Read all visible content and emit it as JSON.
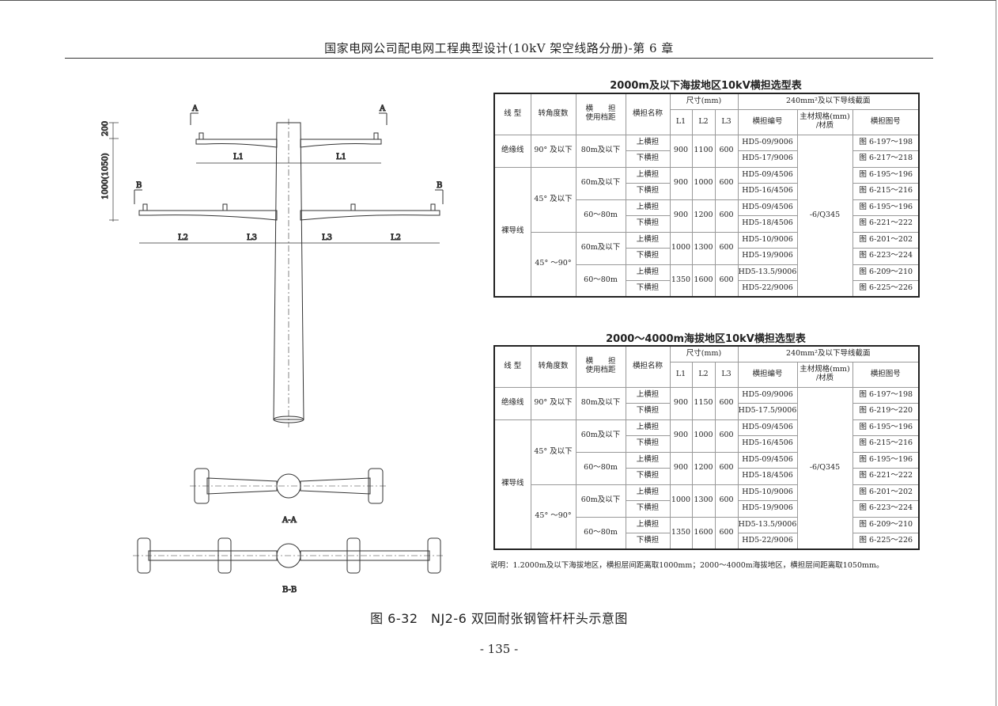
{
  "header": {
    "title": "国家电网公司配电网工程典型设计(10kV 架空线路分册)-第 6 章"
  },
  "drawing": {
    "section_a": "A",
    "section_b": "B",
    "dim_200": "200",
    "dim_1000": "1000(1050)",
    "l1": "L1",
    "l2": "L2",
    "l3": "L3",
    "view_aa": "A-A",
    "view_bb": "B-B"
  },
  "table_headers": {
    "line_type": "线 型",
    "angle": "转角度数",
    "span_top": "横　　担",
    "span_bottom": "使用档距",
    "name": "横担名称",
    "dims": "尺寸(mm)",
    "L1": "L1",
    "L2": "L2",
    "L3": "L3",
    "section": "240mm²及以下导线截面",
    "id": "横担编号",
    "material": "主材规格(mm)/材质",
    "fig": "横担图号"
  },
  "tables": [
    {
      "title": "2000m及以下海拔地区10kV横担选型表",
      "material": "-6/Q345",
      "groups": [
        {
          "type": "绝缘线",
          "angles": [
            {
              "angle": "90° 及以下",
              "spans": [
                {
                  "span": "80m及以下",
                  "L1": "900",
                  "L2": "1100",
                  "L3": "600",
                  "rows": [
                    {
                      "name": "上横担",
                      "id": "HD5-09/9006",
                      "fig": "图 6-197～198"
                    },
                    {
                      "name": "下横担",
                      "id": "HD5-17/9006",
                      "fig": "图 6-217～218"
                    }
                  ]
                }
              ]
            }
          ]
        },
        {
          "type": "裸导线",
          "angles": [
            {
              "angle": "45° 及以下",
              "spans": [
                {
                  "span": "60m及以下",
                  "L1": "900",
                  "L2": "1000",
                  "L3": "600",
                  "rows": [
                    {
                      "name": "上横担",
                      "id": "HD5-09/4506",
                      "fig": "图 6-195～196"
                    },
                    {
                      "name": "下横担",
                      "id": "HD5-16/4506",
                      "fig": "图 6-215～216"
                    }
                  ]
                },
                {
                  "span": "60～80m",
                  "L1": "900",
                  "L2": "1200",
                  "L3": "600",
                  "rows": [
                    {
                      "name": "上横担",
                      "id": "HD5-09/4506",
                      "fig": "图 6-195～196"
                    },
                    {
                      "name": "下横担",
                      "id": "HD5-18/4506",
                      "fig": "图 6-221～222"
                    }
                  ]
                }
              ]
            },
            {
              "angle": "45° ～90°",
              "spans": [
                {
                  "span": "60m及以下",
                  "L1": "1000",
                  "L2": "1300",
                  "L3": "600",
                  "rows": [
                    {
                      "name": "上横担",
                      "id": "HD5-10/9006",
                      "fig": "图 6-201～202"
                    },
                    {
                      "name": "下横担",
                      "id": "HD5-19/9006",
                      "fig": "图 6-223～224"
                    }
                  ]
                },
                {
                  "span": "60～80m",
                  "L1": "1350",
                  "L2": "1600",
                  "L3": "600",
                  "rows": [
                    {
                      "name": "上横担",
                      "id": "HD5-13.5/9006",
                      "fig": "图 6-209～210"
                    },
                    {
                      "name": "下横担",
                      "id": "HD5-22/9006",
                      "fig": "图 6-225～226"
                    }
                  ]
                }
              ]
            }
          ]
        }
      ]
    },
    {
      "title": "2000～4000m海拔地区10kV横担选型表",
      "material": "-6/Q345",
      "groups": [
        {
          "type": "绝缘线",
          "angles": [
            {
              "angle": "90° 及以下",
              "spans": [
                {
                  "span": "80m及以下",
                  "L1": "900",
                  "L2": "1150",
                  "L3": "600",
                  "rows": [
                    {
                      "name": "上横担",
                      "id": "HD5-09/9006",
                      "fig": "图 6-197～198"
                    },
                    {
                      "name": "下横担",
                      "id": "HD5-17.5/9006",
                      "fig": "图 6-219～220"
                    }
                  ]
                }
              ]
            }
          ]
        },
        {
          "type": "裸导线",
          "angles": [
            {
              "angle": "45° 及以下",
              "spans": [
                {
                  "span": "60m及以下",
                  "L1": "900",
                  "L2": "1000",
                  "L3": "600",
                  "rows": [
                    {
                      "name": "上横担",
                      "id": "HD5-09/4506",
                      "fig": "图 6-195～196"
                    },
                    {
                      "name": "下横担",
                      "id": "HD5-16/4506",
                      "fig": "图 6-215～216"
                    }
                  ]
                },
                {
                  "span": "60～80m",
                  "L1": "900",
                  "L2": "1200",
                  "L3": "600",
                  "rows": [
                    {
                      "name": "上横担",
                      "id": "HD5-09/4506",
                      "fig": "图 6-195～196"
                    },
                    {
                      "name": "下横担",
                      "id": "HD5-18/4506",
                      "fig": "图 6-221～222"
                    }
                  ]
                }
              ]
            },
            {
              "angle": "45° ～90°",
              "spans": [
                {
                  "span": "60m及以下",
                  "L1": "1000",
                  "L2": "1300",
                  "L3": "600",
                  "rows": [
                    {
                      "name": "上横担",
                      "id": "HD5-10/9006",
                      "fig": "图 6-201～202"
                    },
                    {
                      "name": "下横担",
                      "id": "HD5-19/9006",
                      "fig": "图 6-223～224"
                    }
                  ]
                },
                {
                  "span": "60～80m",
                  "L1": "1350",
                  "L2": "1600",
                  "L3": "600",
                  "rows": [
                    {
                      "name": "上横担",
                      "id": "HD5-13.5/9006",
                      "fig": "图 6-209～210"
                    },
                    {
                      "name": "下横担",
                      "id": "HD5-22/9006",
                      "fig": "图 6-225～226"
                    }
                  ]
                }
              ]
            }
          ]
        }
      ]
    }
  ],
  "note": "说明：1.2000m及以下海拔地区，横担层间距离取1000mm；2000～4000m海拔地区，横担层间距离取1050mm。",
  "caption": "图 6-32　NJ2-6 双回耐张钢管杆杆头示意图",
  "page_number": "- 135 -"
}
